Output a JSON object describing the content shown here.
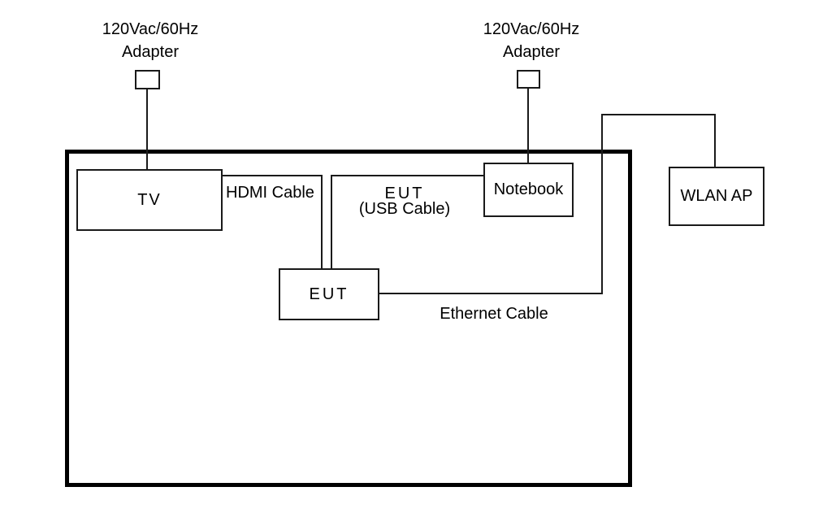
{
  "diagram": {
    "adapters": {
      "left": {
        "line1": "120Vac/60Hz",
        "line2": "Adapter"
      },
      "right": {
        "line1": "120Vac/60Hz",
        "line2": "Adapter"
      }
    },
    "devices": {
      "tv": "TV",
      "eut": "EUT",
      "notebook": "Notebook",
      "wlan_ap": "WLAN AP"
    },
    "cables": {
      "hdmi": "HDMI Cable",
      "usb": {
        "line1": "EUT",
        "line2": "(USB Cable)"
      },
      "ethernet": "Ethernet Cable"
    },
    "colors": {
      "background": "#ffffff",
      "line": "#1a1a1a",
      "chamber_border": "#000000",
      "text": "#000000"
    }
  }
}
